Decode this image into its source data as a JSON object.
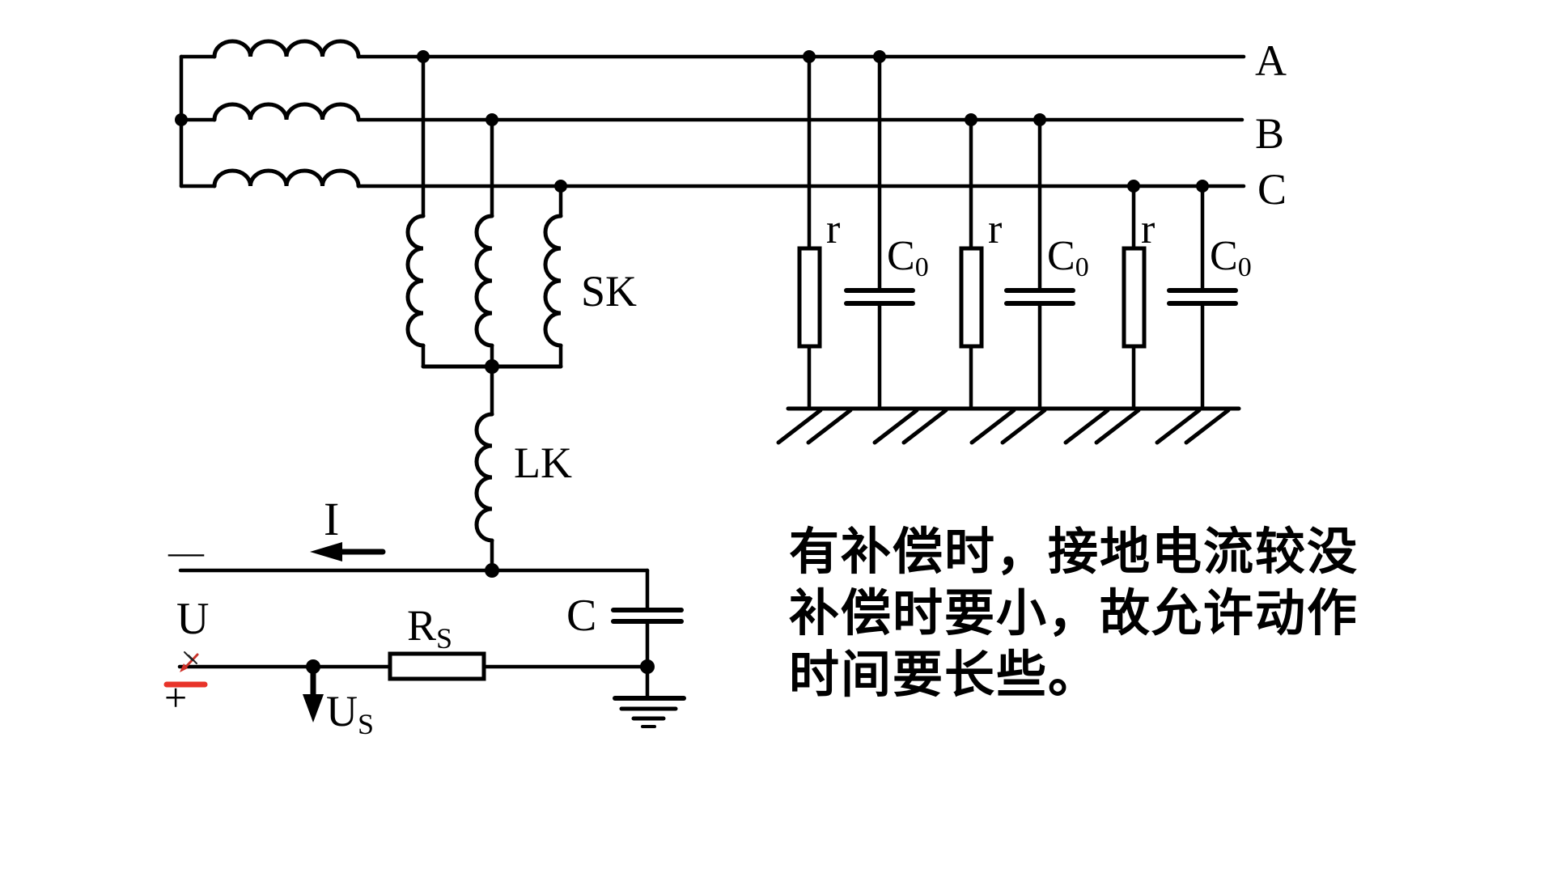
{
  "labels": {
    "phases": [
      "A",
      "B",
      "C"
    ],
    "arc_suppression_coil_bank": "SK",
    "petersen_coil": "LK",
    "current": "I",
    "source_voltage": "U",
    "polarity_minus": "—",
    "polarity_plus": "+",
    "leak_resistance": "r",
    "line_capacitance": {
      "main": "C",
      "sub": "0"
    },
    "measuring_capacitor": "C",
    "series_resistor": {
      "main": "R",
      "sub": "S"
    },
    "output_voltage": {
      "main": "U",
      "sub": "S"
    }
  },
  "annotation": {
    "lines": [
      "有补偿时，接地电流较没",
      "补偿时要小，故允许动作",
      "时间要长些。"
    ]
  },
  "colors": {
    "line": "#000000",
    "accent_red": "#e8342a",
    "background": "#ffffff"
  }
}
